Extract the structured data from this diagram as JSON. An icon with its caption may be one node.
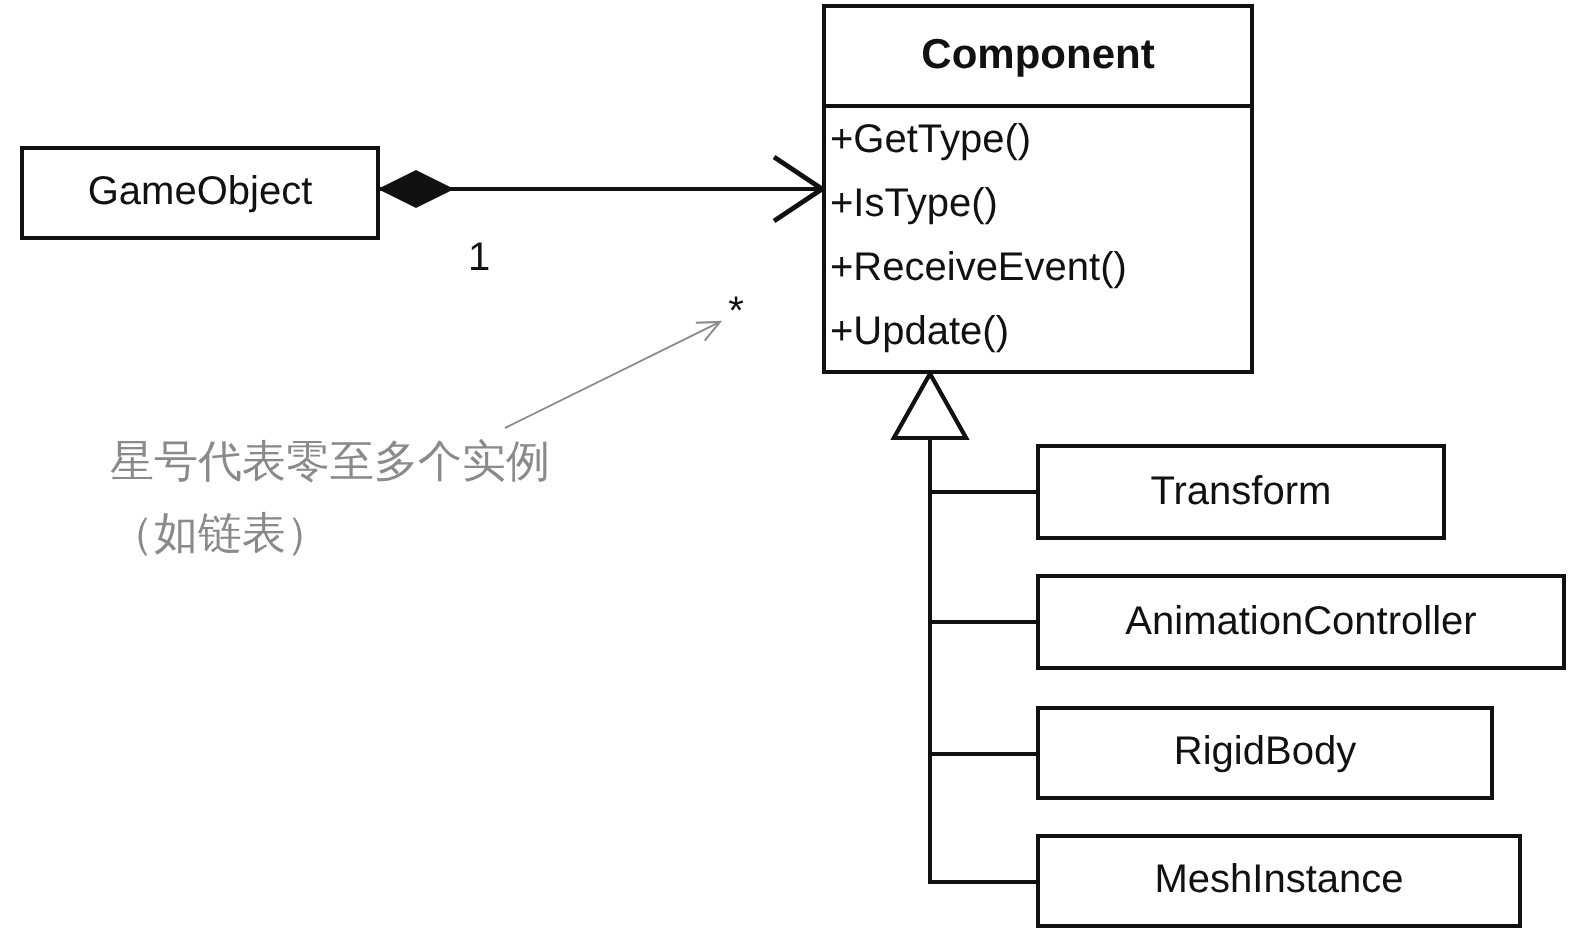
{
  "diagram": {
    "nodes": [
      {
        "text": [
          "GameObject"
        ]
      },
      {
        "text": [
          "Component",
          "+GetType()",
          "+IsType()",
          "+ReceiveEvent()",
          "+Update()"
        ]
      },
      {
        "text": [
          "Transform"
        ]
      },
      {
        "text": [
          "AnimationController"
        ]
      },
      {
        "text": [
          "RigidBody"
        ]
      },
      {
        "text": [
          "MeshInstance"
        ]
      },
      {
        "text": [
          "星号代表零至多个实例（如链表）"
        ]
      },
      {
        "text": [
          "*"
        ]
      }
    ],
    "edges": [
      {
        "from": 0,
        "to": 1,
        "arrow": "to"
      },
      {
        "from": 2,
        "to": 1,
        "arrow": "to"
      },
      {
        "from": 3,
        "to": 1,
        "arrow": "to"
      },
      {
        "from": 4,
        "to": 1,
        "arrow": "to"
      },
      {
        "from": 5,
        "to": 1,
        "arrow": "to"
      },
      {
        "from": 6,
        "to": 7,
        "arrow": "to",
        "color": "#8a8a8a"
      }
    ],
    "labels": [
      "1"
    ]
  }
}
